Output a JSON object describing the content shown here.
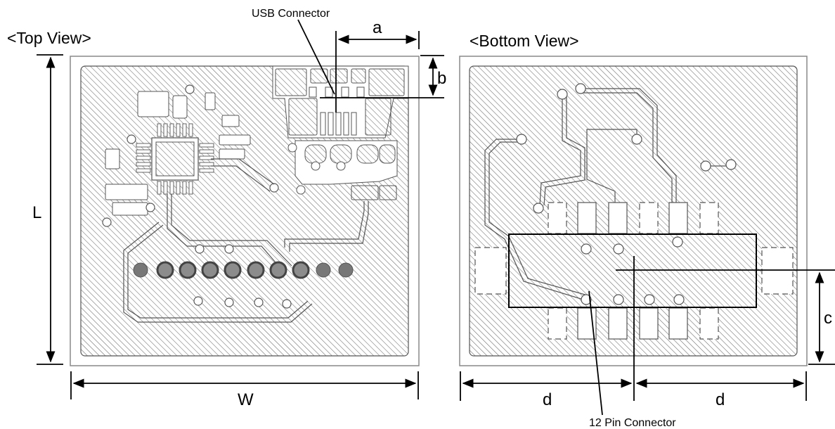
{
  "views": {
    "top": "<Top View>",
    "bottom": "<Bottom View>"
  },
  "components": {
    "usb": "USB Connector",
    "pin12": "12 Pin Connector"
  },
  "dimensions": {
    "a": "a",
    "b": "b",
    "c": "c",
    "d_left": "d",
    "d_right": "d",
    "L": "L",
    "W": "W"
  }
}
